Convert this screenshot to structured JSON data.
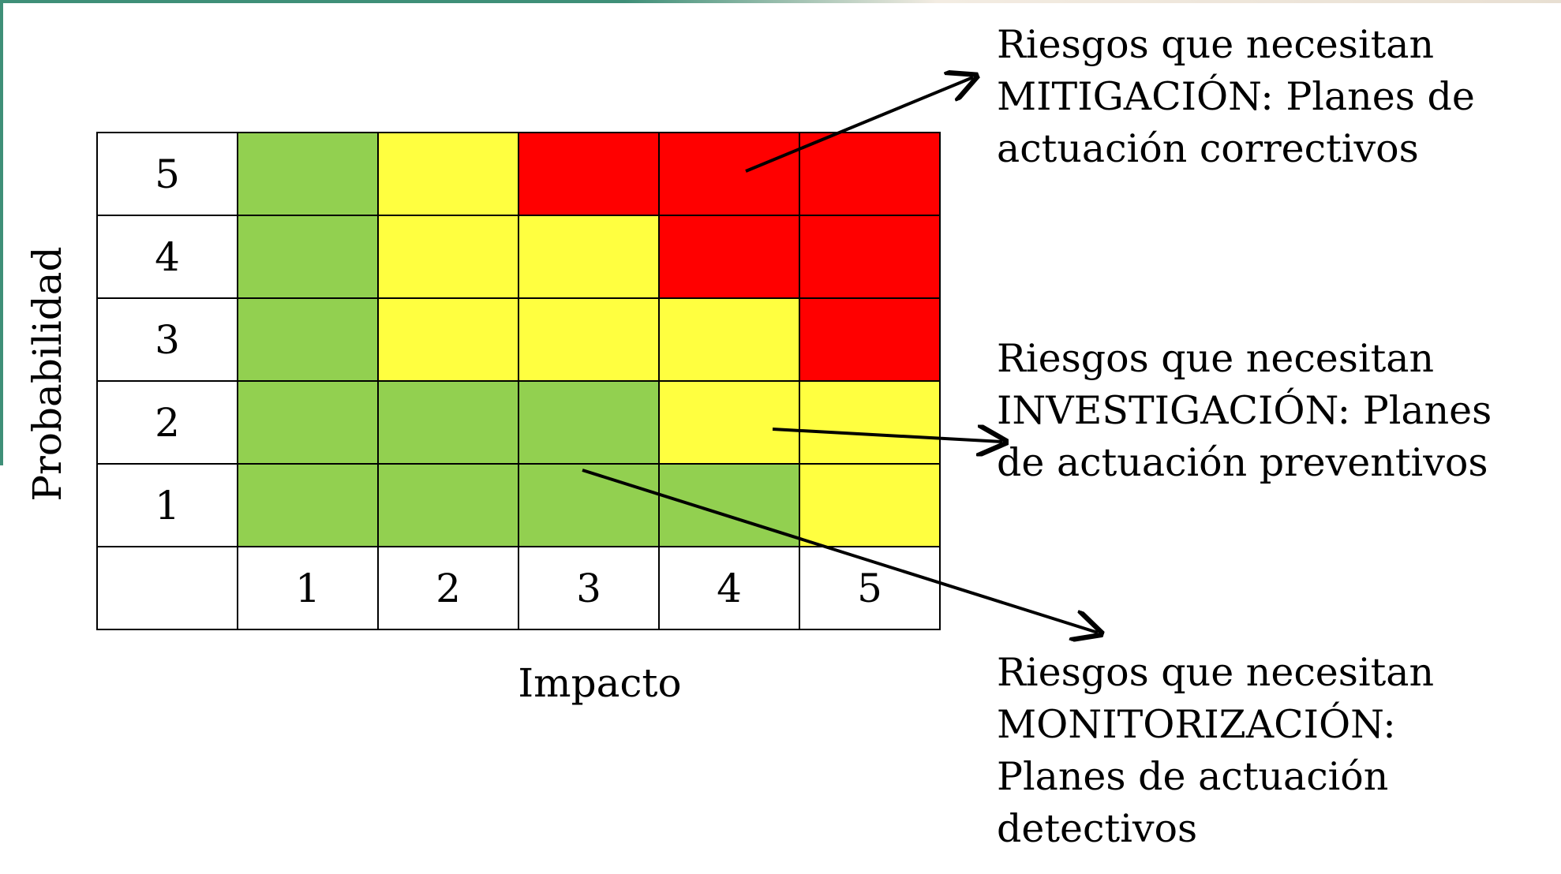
{
  "matrix": {
    "probability_label": "Probabilidad",
    "impact_label": "Impacto",
    "row_labels": [
      "5",
      "4",
      "3",
      "2",
      "1"
    ],
    "column_labels": [
      "1",
      "2",
      "3",
      "4",
      "5"
    ],
    "levels": [
      [
        "green",
        "yellow",
        "red",
        "red",
        "red"
      ],
      [
        "green",
        "yellow",
        "yellow",
        "red",
        "red"
      ],
      [
        "green",
        "yellow",
        "yellow",
        "yellow",
        "red"
      ],
      [
        "green",
        "green",
        "green",
        "yellow",
        "yellow"
      ],
      [
        "green",
        "green",
        "green",
        "green",
        "yellow"
      ]
    ],
    "colors": {
      "green": "#92d050",
      "yellow": "#ffff40",
      "red": "#ff0000"
    }
  },
  "notes": {
    "mitigation": {
      "line1": "Riesgos que necesitan",
      "line2": "MITIGACIÓN: Planes de",
      "line3": "actuación correctivos"
    },
    "investigation": {
      "line1": "Riesgos que necesitan",
      "line2": "INVESTIGACIÓN: Planes",
      "line3": "de actuación preventivos"
    },
    "monitoring": {
      "line1": "Riesgos que necesitan",
      "line2": "MONITORIZACIÓN:",
      "line3": "Planes de actuación",
      "line4": "detectivos"
    }
  }
}
